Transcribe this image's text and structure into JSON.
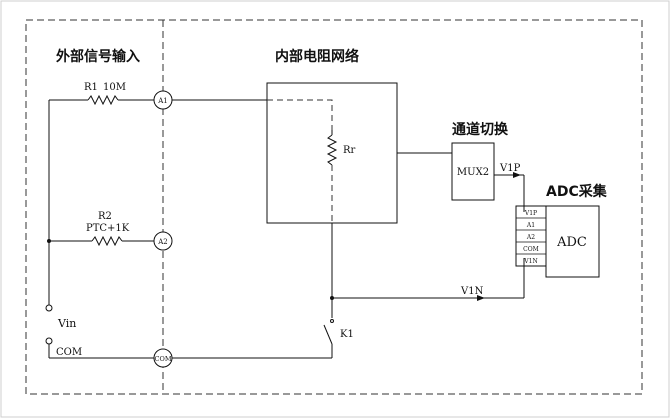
{
  "sections": {
    "external_input": "外部信号输入",
    "internal_network": "内部电阻网络",
    "channel_switch": "通道切换",
    "adc_acquisition": "ADC采集"
  },
  "components": {
    "r1_name": "R1",
    "r1_value": "10M",
    "r2_name": "R2",
    "r2_value": "PTC+1K",
    "rr_name": "Rr",
    "mux_label": "MUX2",
    "adc_label": "ADC",
    "k1_label": "K1"
  },
  "terminals": {
    "a1": "A1",
    "a2": "A2",
    "com": "COM"
  },
  "inputs": {
    "vin": "Vin",
    "com": "COM"
  },
  "signals": {
    "v1p": "V1P",
    "v1n": "V1N"
  },
  "adc_pins": [
    "V1P",
    "A1",
    "A2",
    "COM",
    "V1N"
  ]
}
